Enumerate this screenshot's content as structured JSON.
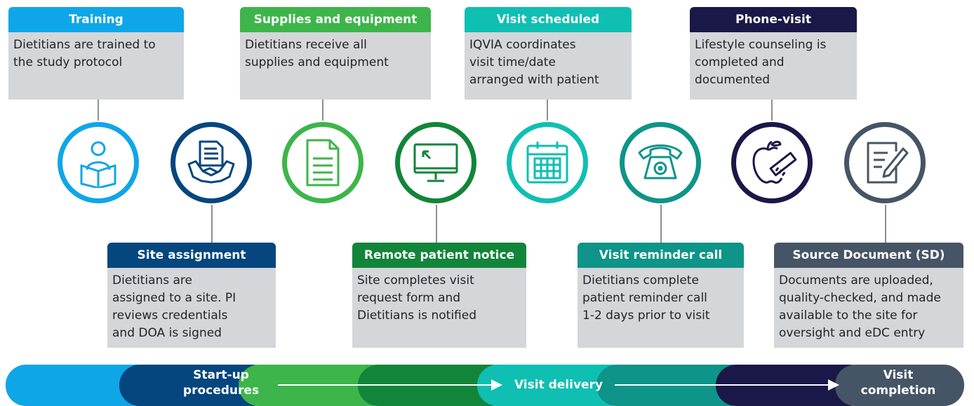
{
  "top_boxes": [
    {
      "title": "Training",
      "body": "Dietitians are trained to\nthe study protocol",
      "color": "#0fa6e8"
    },
    {
      "title": "Supplies and equipment",
      "body": "Dietitians receive all\nsupplies and equipment",
      "color": "#3db54a"
    },
    {
      "title": "Visit scheduled",
      "body": "IQVIA coordinates\nvisit time/date\narranged with patient",
      "color": "#0fbfb2"
    },
    {
      "title": "Phone-visit",
      "body": "Lifestyle counseling is\ncompleted and\ndocumented",
      "color": "#1a1848"
    }
  ],
  "bottom_boxes": [
    {
      "title": "Site assignment",
      "body": "Dietitians are\nassigned to a site. PI\nreviews credentials\nand DOA is signed",
      "color": "#05467e"
    },
    {
      "title": "Remote patient notice",
      "body": "Site completes visit\nrequest form and\nDietitians is notified",
      "color": "#12853a"
    },
    {
      "title": "Visit reminder call",
      "body": "Dietitians complete\npatient reminder call\n1-2 days prior to visit",
      "color": "#0e9488"
    },
    {
      "title": "Source Document (SD)",
      "body": "Documents are uploaded,\nquality-checked, and made\navailable to the site for\noversight and eDC entry",
      "color": "#465565"
    }
  ],
  "icons": [
    {
      "name": "person-reading-icon",
      "color": "#0fa6e8"
    },
    {
      "name": "handshake-document-icon",
      "color": "#05467e"
    },
    {
      "name": "document-icon",
      "color": "#3db54a"
    },
    {
      "name": "monitor-icon",
      "color": "#12853a"
    },
    {
      "name": "calendar-icon",
      "color": "#0fbfb2"
    },
    {
      "name": "telephone-icon",
      "color": "#0e9488"
    },
    {
      "name": "apple-measuring-tape-icon",
      "color": "#1a1848"
    },
    {
      "name": "document-pencil-icon",
      "color": "#465565"
    }
  ],
  "band": {
    "labels": [
      "Start-up\nprocedures",
      "Visit delivery",
      "Visit\ncompletion"
    ],
    "colors": [
      "#0fa6e8",
      "#05467e",
      "#3db54a",
      "#12853a",
      "#0fbfb2",
      "#0e9488",
      "#1a1848",
      "#465565"
    ]
  }
}
